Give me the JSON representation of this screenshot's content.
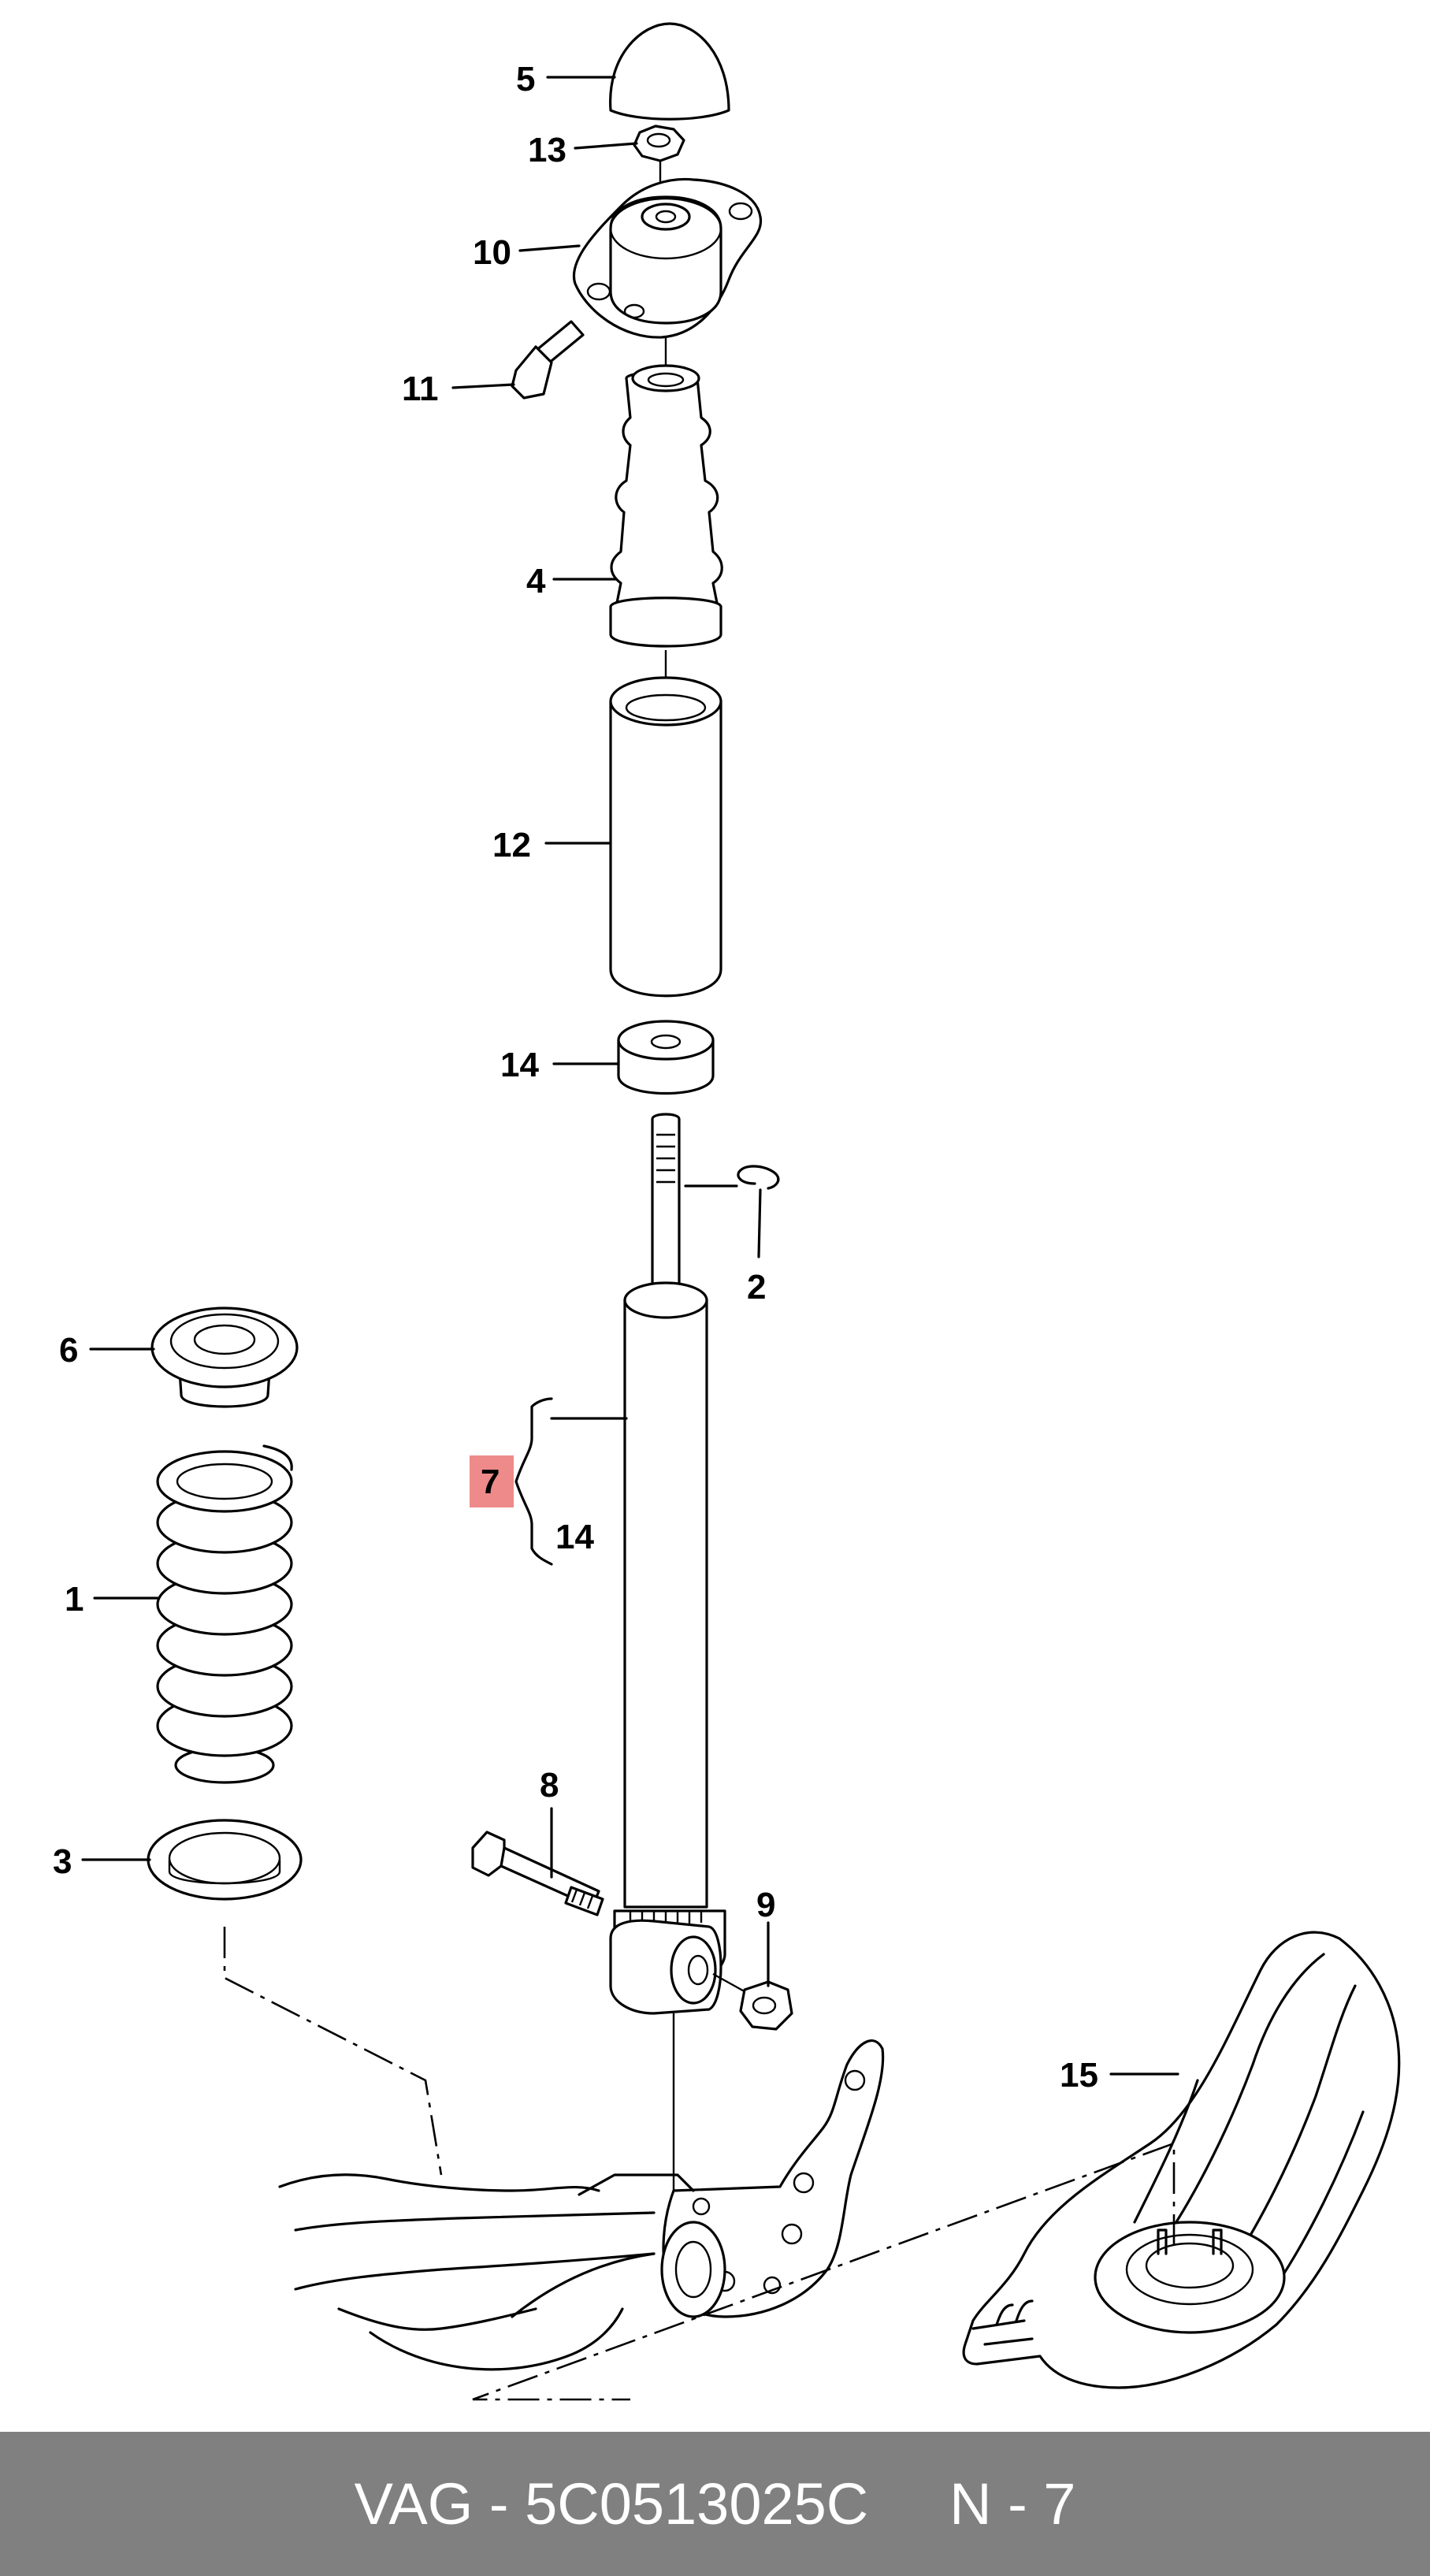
{
  "callouts": {
    "c1": "1",
    "c2": "2",
    "c3": "3",
    "c4": "4",
    "c5": "5",
    "c6": "6",
    "c7": "7",
    "c8": "8",
    "c9": "9",
    "c10": "10",
    "c11": "11",
    "c12": "12",
    "c13": "13",
    "c14_top": "14",
    "c14_bottom": "14",
    "c15": "15"
  },
  "highlight_color": "#ee8a8a",
  "footer": {
    "brand": "VAG",
    "separator": " - ",
    "part_number": "5C0513025C",
    "spacer": "     ",
    "page_ref": "N - 7"
  }
}
